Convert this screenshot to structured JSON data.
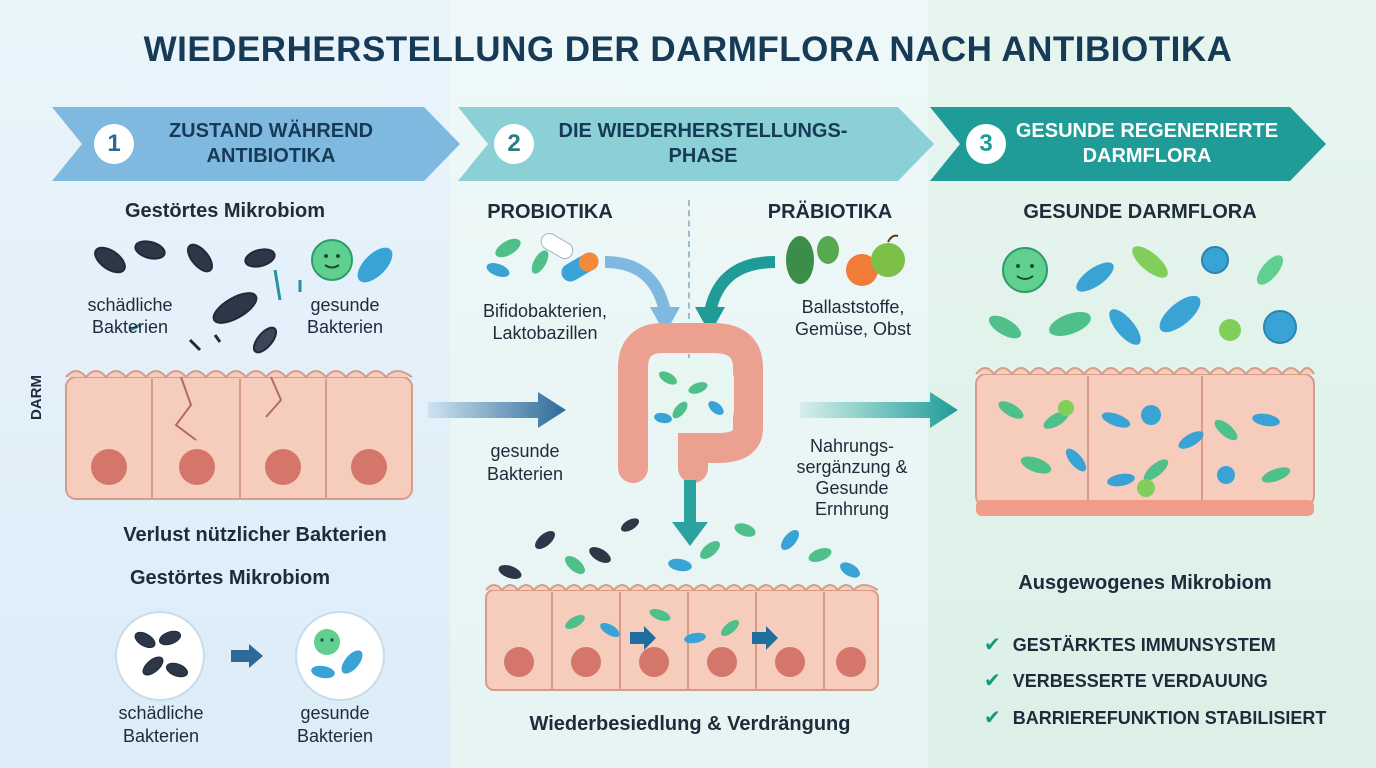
{
  "title": "WIEDERHERSTELLUNG DER DARMFLORA NACH ANTIBIOTIKA",
  "colors": {
    "step1": "#7fb9e0",
    "step2": "#8ad0d4",
    "step3": "#1f9c97",
    "check": "#17977f",
    "cell": "#f6cdbd",
    "nucleus": "#d4776a"
  },
  "steps": [
    {
      "number": "1",
      "label": "ZUSTAND WÄHREND ANTIBIOTIKA"
    },
    {
      "number": "2",
      "label": "DIE WIEDERHERSTELLUNGS-PHASE"
    },
    {
      "number": "3",
      "label": "GESUNDE REGENERIERTE DARMFLORA"
    }
  ],
  "panel1": {
    "heading": "Gestörtes Mikrobiom",
    "harmful": "schädliche Bakterien",
    "healthy": "gesunde Bakterien",
    "side_label": "DARM",
    "loss": "Verlust nützlicher Bakterien",
    "heading2": "Gestörtes Mikrobiom",
    "bottom_harmful": "schädliche Bakterien",
    "bottom_healthy": "gesunde Bakterien"
  },
  "panel2": {
    "probiotics": "PROBIOTIKA",
    "probiotics_desc": "Bifidobakterien, Laktobazillen",
    "prebiotics": "PRÄBIOTIKA",
    "prebiotics_desc": "Ballaststoffe, Gemüse, Obst",
    "healthy": "gesunde Bakterien",
    "supplement": "Nahrungs- sergänzung & Gesunde Ernhrung",
    "caption": "Wiederbesiedlung & Verdrängung"
  },
  "panel3": {
    "heading": "GESUNDE DARMFLORA",
    "caption": "Ausgewogenes Mikrobiom",
    "benefits": [
      "GESTÄRKTES IMMUNSYSTEM",
      "VERBESSERTE VERDAUUNG",
      "BARRIEREFUNKTION STABILISIERT"
    ]
  }
}
